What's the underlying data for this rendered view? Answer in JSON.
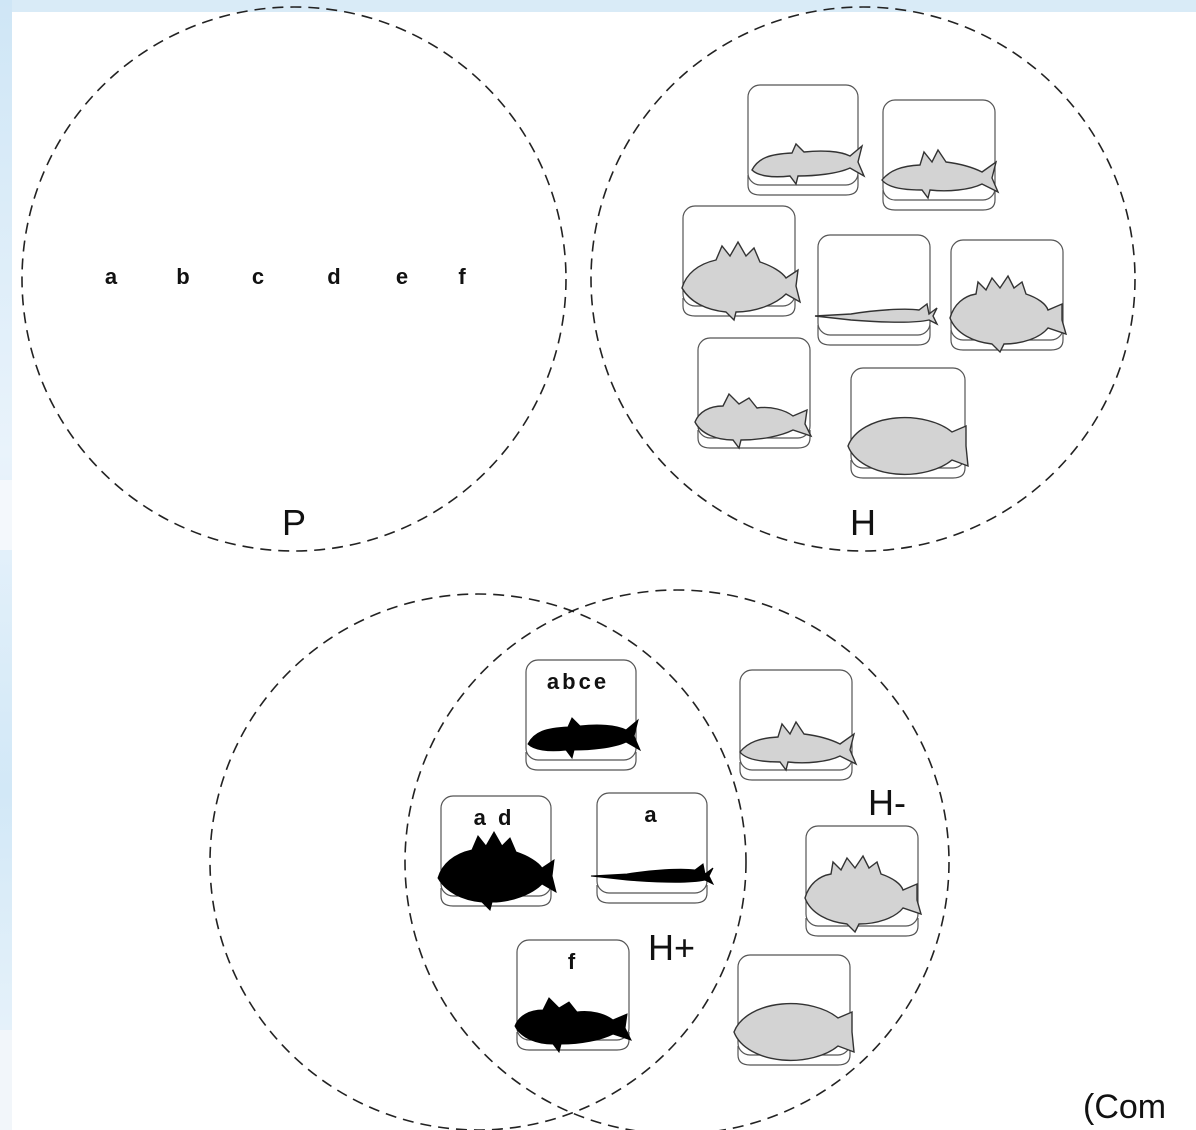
{
  "diagram": {
    "set_labels": {
      "p": "P",
      "h": "H",
      "h_plus": "H+",
      "h_minus": "H-"
    },
    "p_items": [
      "a",
      "b",
      "c",
      "d",
      "e",
      "f"
    ],
    "h_plus_boxes": [
      {
        "label": "abce",
        "fish": "mullet"
      },
      {
        "label": "a d",
        "fish": "rockfish"
      },
      {
        "label": "a",
        "fish": "needlefish"
      },
      {
        "label": "f",
        "fish": "sculpin"
      }
    ],
    "h_minus_fish": [
      "perch",
      "spiny-rockfish",
      "sunfish"
    ],
    "caption": "(Com"
  },
  "colors": {
    "covered_fish": "#000000",
    "uncovered_fish": "#d3d3d3",
    "outline": "#222222"
  }
}
